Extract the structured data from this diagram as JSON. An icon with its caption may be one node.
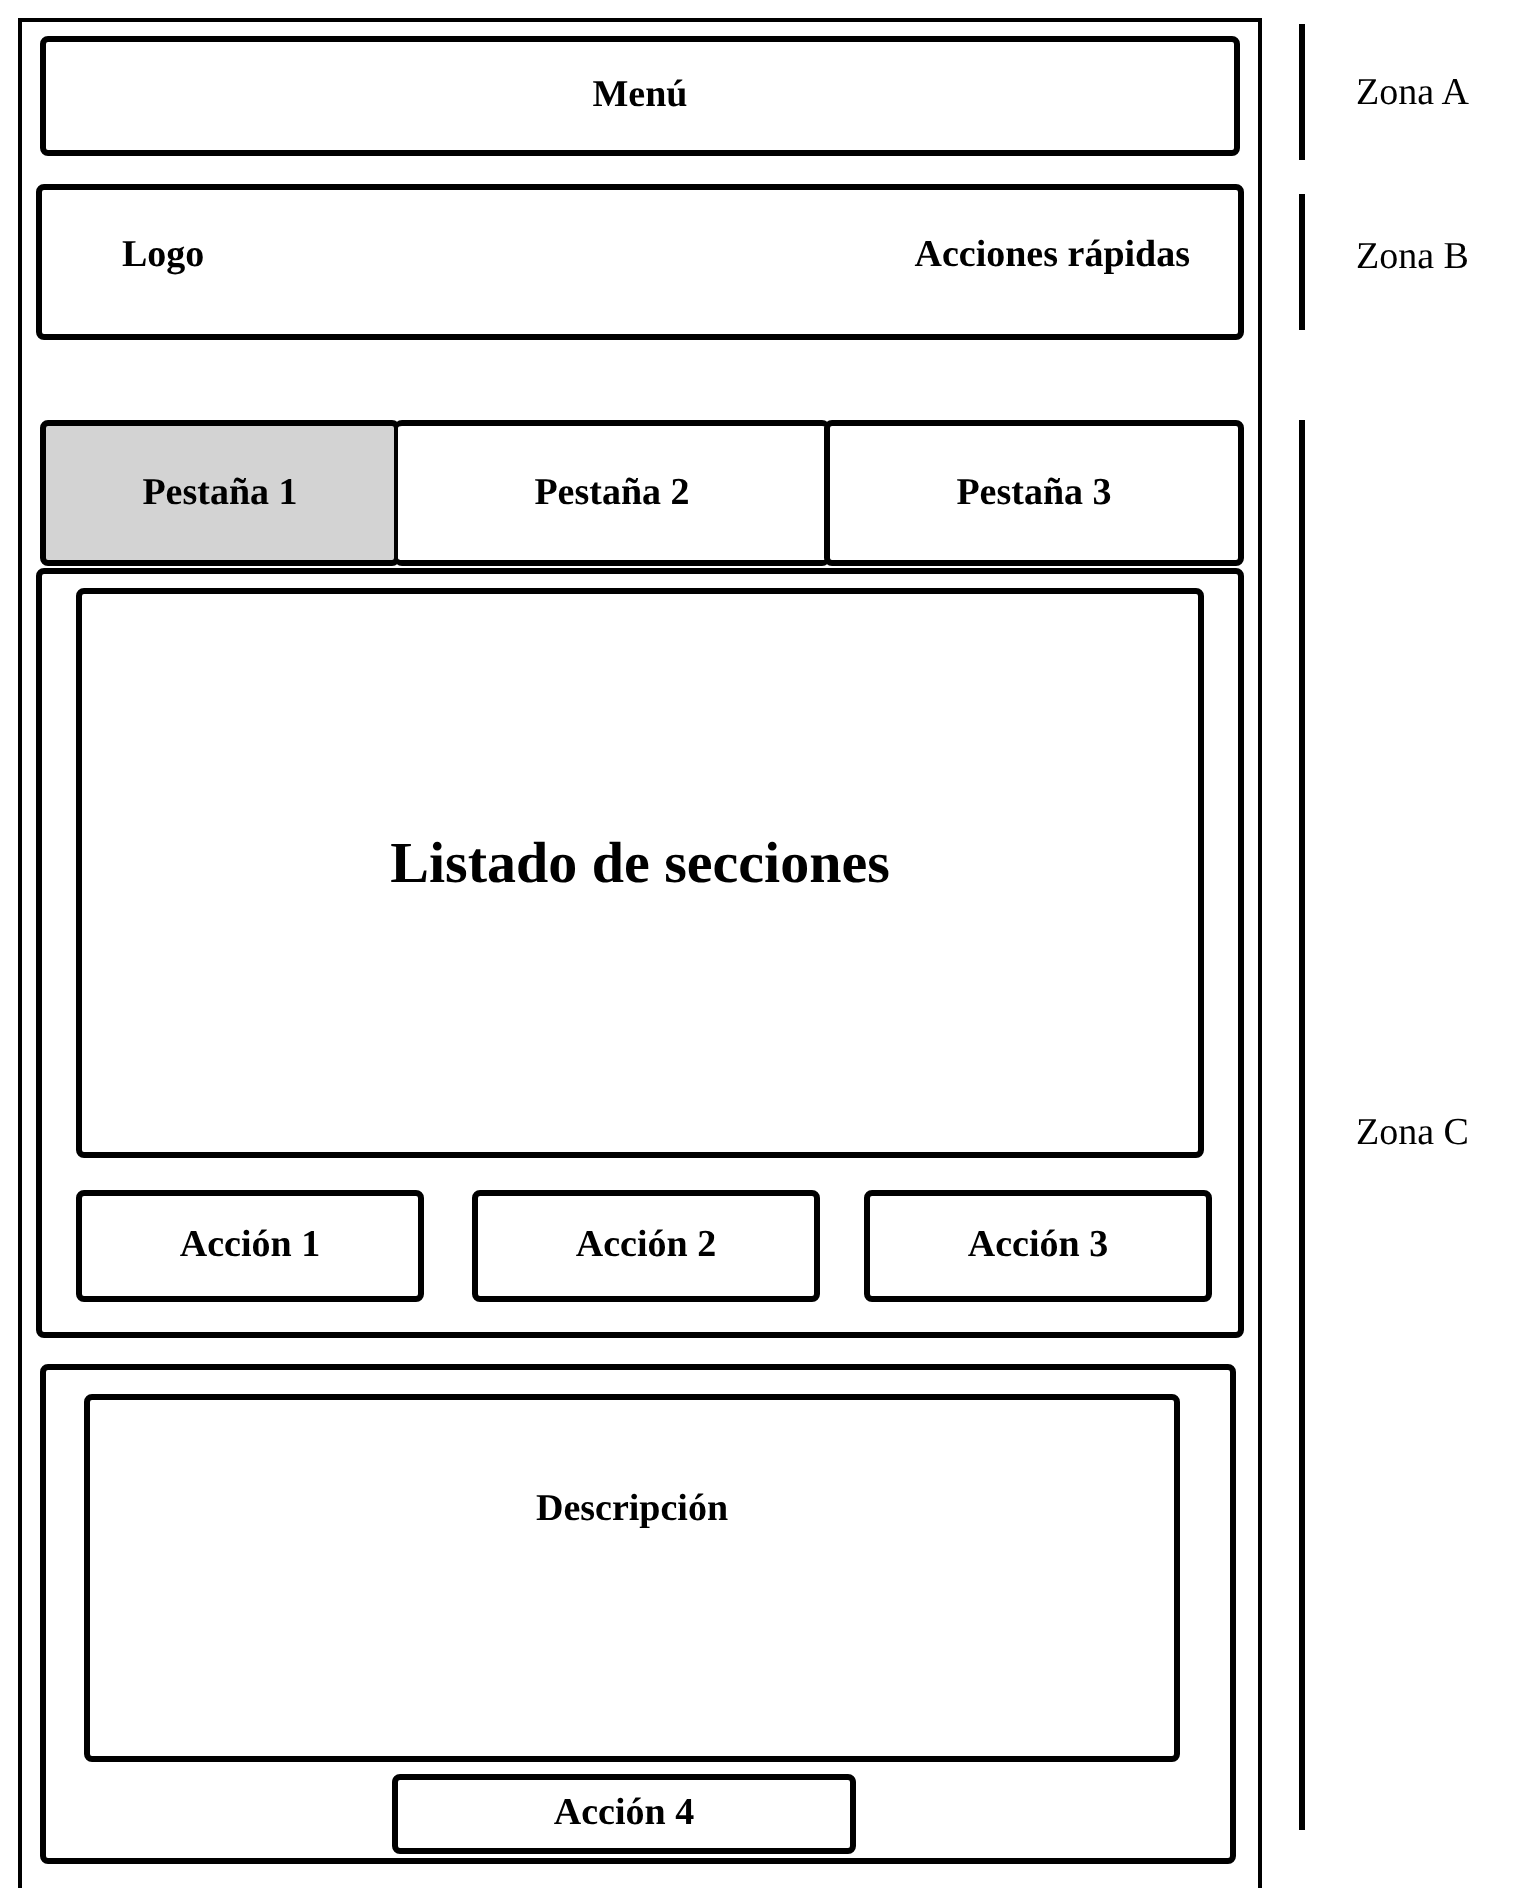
{
  "diagram": {
    "nodes": [
      {
        "text": [
          "Menú"
        ]
      },
      {
        "text": [
          "Logo",
          "Acciones rápidas"
        ]
      },
      {
        "text": [
          "Pestaña 1"
        ]
      },
      {
        "text": [
          "Pestaña 2"
        ]
      },
      {
        "text": [
          "Pestaña 3"
        ]
      },
      {
        "text": [],
        "shape": "box"
      },
      {
        "text": [
          "Listado de secciones"
        ],
        "in": 5
      },
      {
        "text": [
          "Acción 1"
        ],
        "in": 5
      },
      {
        "text": [
          "Acción 2"
        ],
        "in": 5
      },
      {
        "text": [
          "Acción 3"
        ],
        "in": 5
      },
      {
        "text": [],
        "shape": "box"
      },
      {
        "text": [
          "Descripción"
        ],
        "in": 10
      },
      {
        "text": [
          "Acción 4"
        ],
        "in": 10
      }
    ],
    "edges": [],
    "labels": [
      "Zona A",
      "Zona B",
      "Zona C"
    ]
  }
}
